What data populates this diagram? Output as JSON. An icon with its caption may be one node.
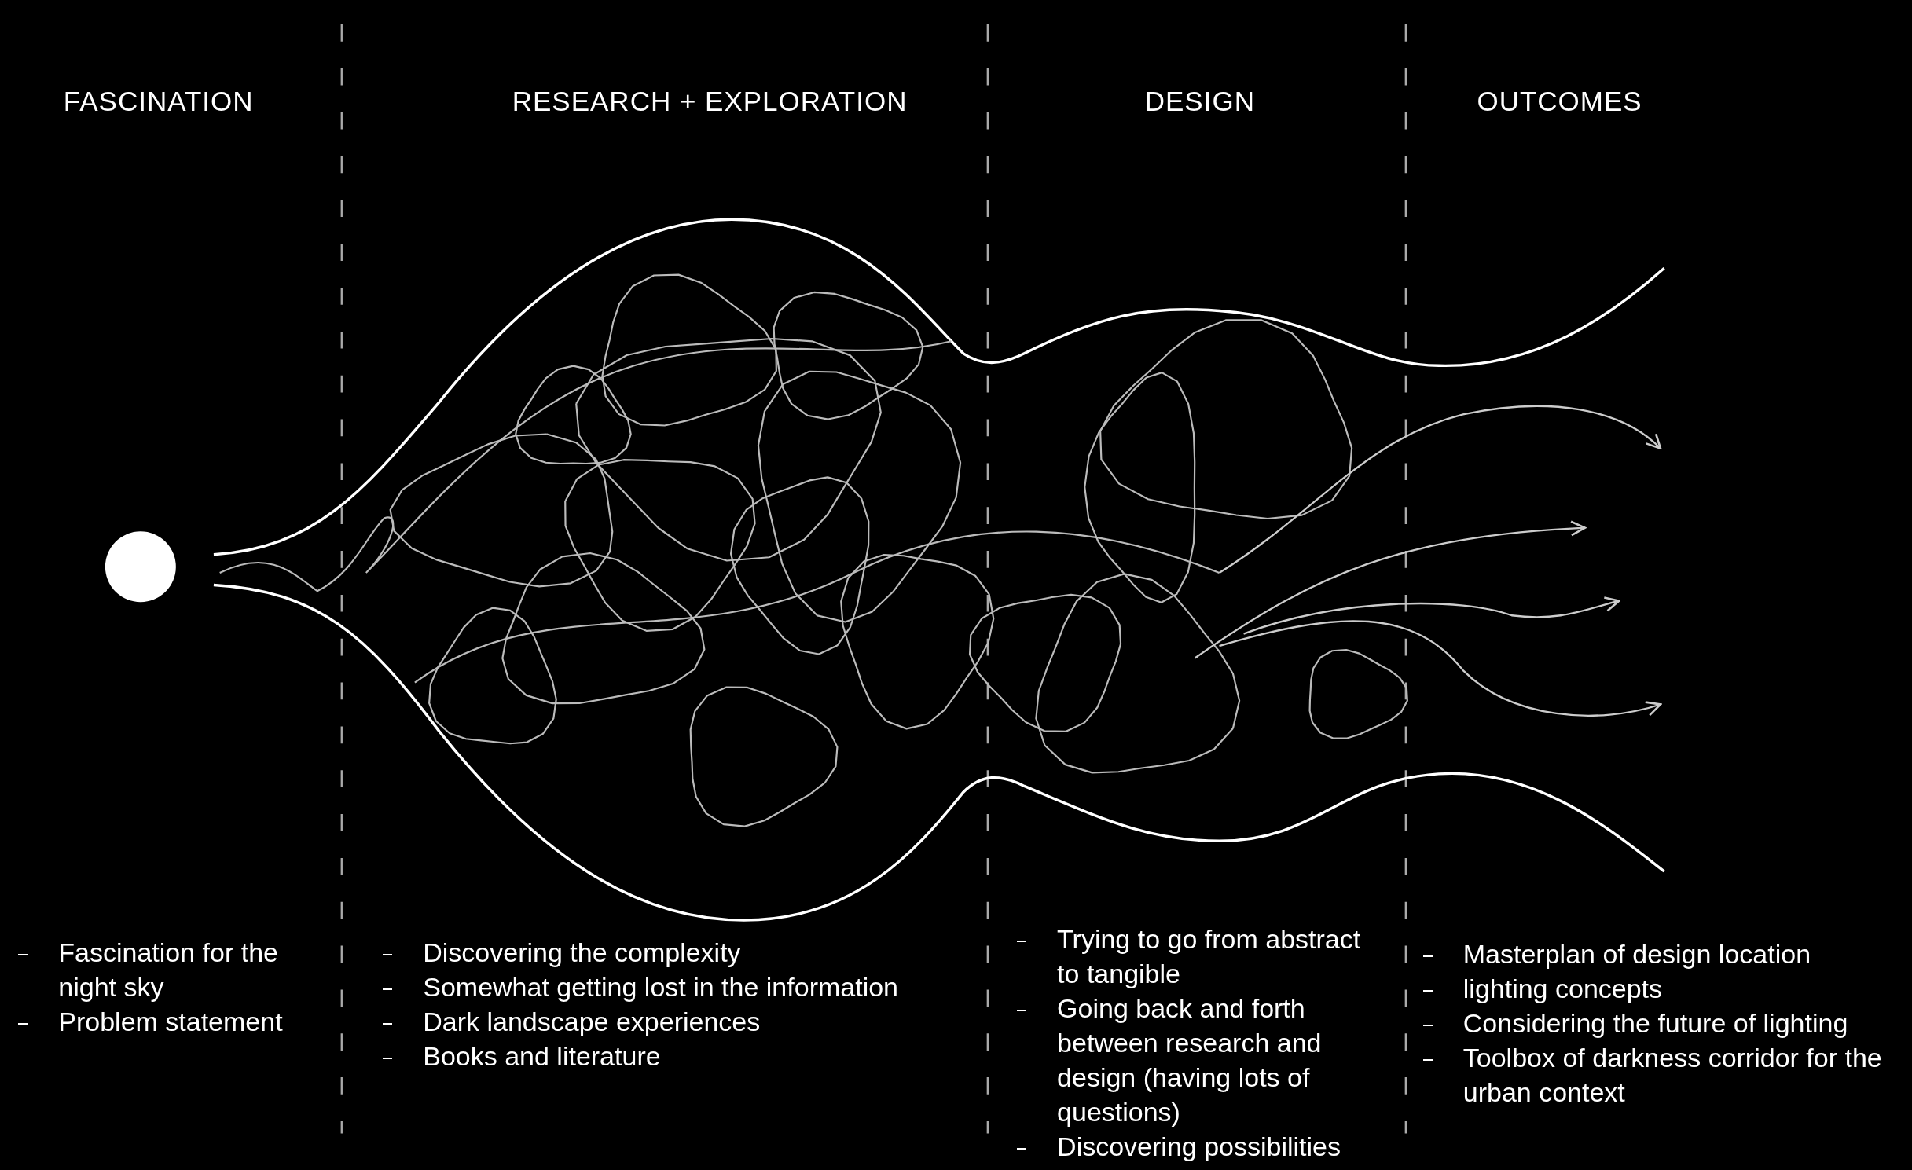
{
  "diagram": {
    "labels": [
      "FASCINATION",
      "RESEARCH + EXPLORATION",
      "DESIGN",
      "OUTCOMES",
      "Fascination for the night sky",
      "Problem statement",
      "Discovering the complexity",
      "Somewhat getting lost in the information",
      "Dark landscape experiences",
      "Books and literature",
      "Trying to go from abstract to tangible",
      "Going back and forth between research and design (having lots of questions)",
      "Discovering possibilities",
      "Masterplan of design location",
      "lighting concepts",
      "Considering the future of lighting",
      "Toolbox of darkness corridor for the urban context"
    ]
  }
}
